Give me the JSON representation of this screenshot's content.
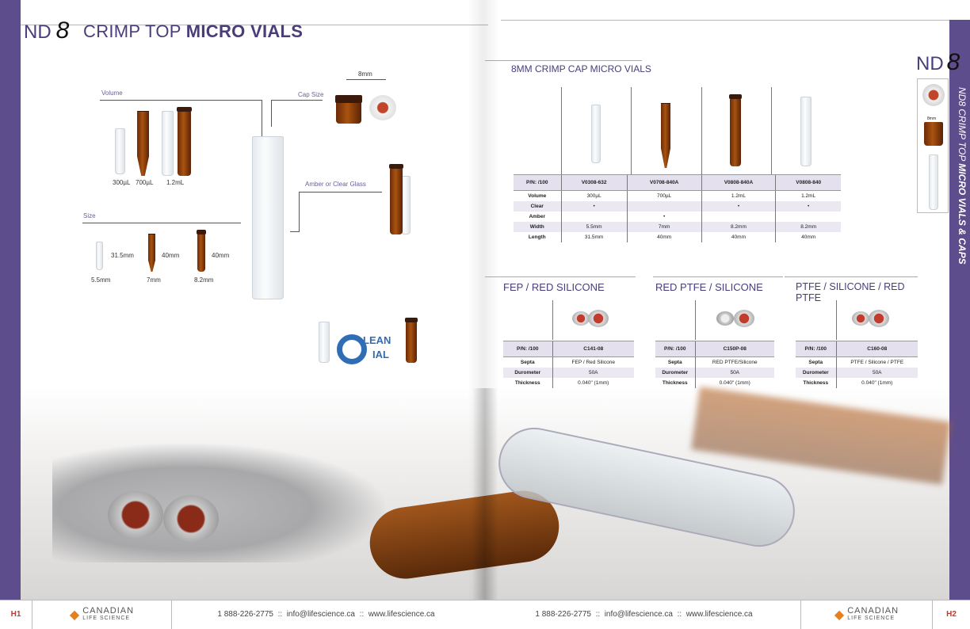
{
  "left_page": {
    "header": {
      "prefix": "ND",
      "number": "8",
      "title_light": "CRIMP TOP ",
      "title_bold": "MICRO VIALS"
    },
    "diagram": {
      "volume_label": "Volume",
      "cap_size_label": "Cap Size",
      "cap_dimension": "8mm",
      "amber_clear_label": "Amber or Clear Glass",
      "size_label": "Size",
      "volumes": [
        "300µL",
        "700µL",
        "1.2mL"
      ],
      "sizes": [
        {
          "height": "31.5mm",
          "width": "5.5mm"
        },
        {
          "height": "40mm",
          "width": "7mm"
        },
        {
          "height": "40mm",
          "width": "8.2mm"
        }
      ]
    },
    "logo": {
      "text_top": "LEAN",
      "text_bottom": "IAL"
    }
  },
  "right_page": {
    "header": {
      "prefix": "ND",
      "number": "8"
    },
    "side_tab": {
      "light": "ND8 CRIMP TOP ",
      "bold": "MICRO VIALS & CAPS",
      "cap_dimension": "8mm"
    },
    "vials_table": {
      "title": "8MM CRIMP CAP MICRO VIALS",
      "headers": [
        "P/N: /100",
        "V0308-632",
        "V0708-840A",
        "V0808-840A",
        "V0808-840"
      ],
      "rows": [
        [
          "Volume",
          "300µL",
          "700µL",
          "1.2mL",
          "1.2mL"
        ],
        [
          "Clear",
          "•",
          "",
          "•",
          "•"
        ],
        [
          "Amber",
          "",
          "•",
          "",
          ""
        ],
        [
          "Width",
          "5.5mm",
          "7mm",
          "8.2mm",
          "8.2mm"
        ],
        [
          "Length",
          "31.5mm",
          "40mm",
          "40mm",
          "40mm"
        ]
      ]
    },
    "caps": [
      {
        "title": "FEP / RED SILICONE",
        "headers": [
          "P/N: /100",
          "C141-08"
        ],
        "rows": [
          [
            "Septa",
            "FEP / Red Silicone"
          ],
          [
            "Durometer",
            "50A"
          ],
          [
            "Thickness",
            "0.040\" (1mm)"
          ]
        ]
      },
      {
        "title": "RED PTFE / SILICONE",
        "headers": [
          "P/N: /100",
          "C150P-08"
        ],
        "rows": [
          [
            "Septa",
            "RED PTFE/Silicone"
          ],
          [
            "Durometer",
            "50A"
          ],
          [
            "Thickness",
            "0.040\" (1mm)"
          ]
        ]
      },
      {
        "title": "PTFE / SILICONE / RED PTFE",
        "headers": [
          "P/N: /100",
          "C160-08"
        ],
        "rows": [
          [
            "Septa",
            "PTFE / Silicone / PTFE"
          ],
          [
            "Durometer",
            "50A"
          ],
          [
            "Thickness",
            "0.040\" (1mm)"
          ]
        ]
      }
    ]
  },
  "footer": {
    "left_page": "H1",
    "right_page": "H2",
    "logo_top": "CANADIAN",
    "logo_bottom": "LIFE SCIENCE",
    "phone": "1 888-226-2775",
    "sep": "::",
    "email": "info@lifescience.ca",
    "web": "www.lifescience.ca"
  },
  "colors": {
    "brand": "#5e4d8c",
    "amber": "#a9530f",
    "footer_page": "#c0392b"
  }
}
